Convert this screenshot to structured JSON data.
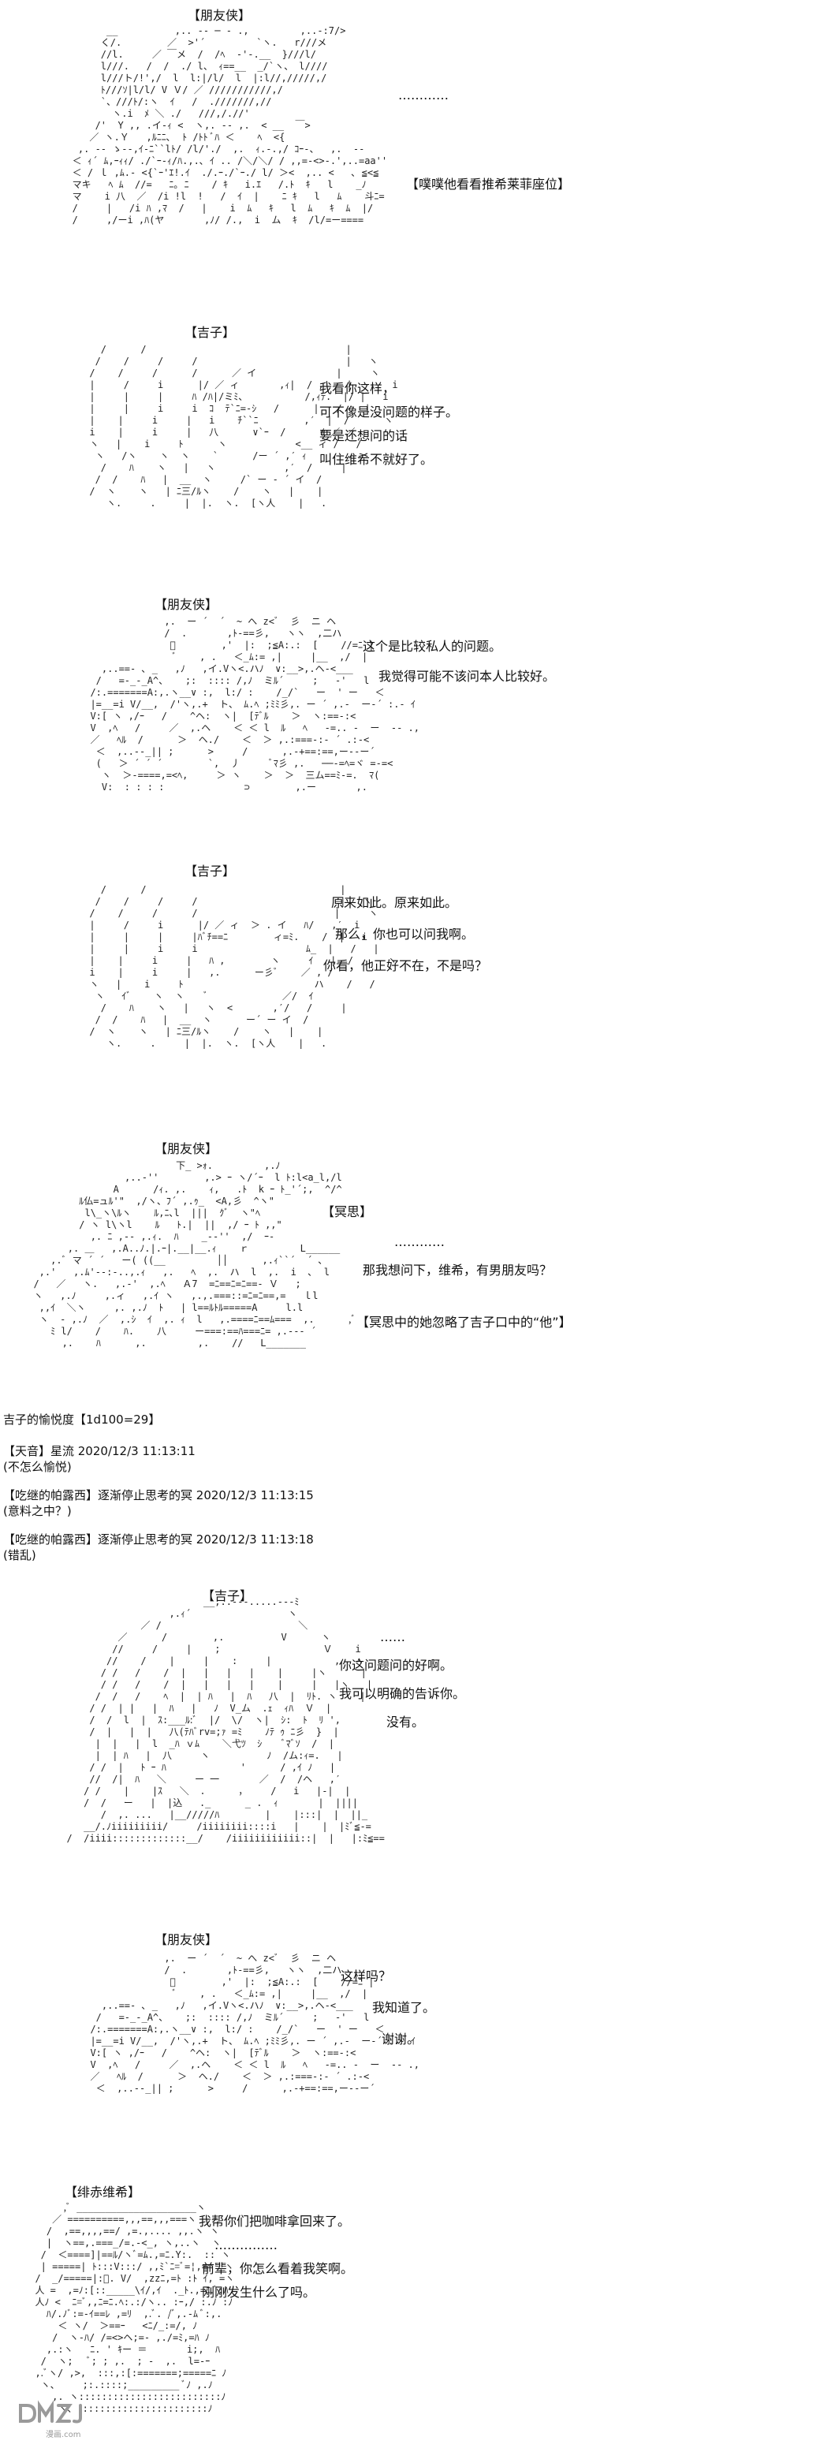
{
  "panels": [
    {
      "speaker": "【朋友侠】",
      "lines": [
        "…………"
      ],
      "side_labels": [
        "【噗噗他看看推希莱菲座位】"
      ],
      "art": [
        "         __          ,.. -‐ ─ - .,         ,..-:7/>",
        "        く/.        ／  >'´         `ヽ.   r///メ",
        "        //l.     ／ ￣メ  /  /ﾍ  ‐'-.__  }///l/",
        "        l///.   /  /  ./ l、 ｨ==__  _/`ヽ、 l////",
        "        l///ト/!',/  l  l:|/l/  l  |:l//,/////,/",
        "        ﾄ///ｿ|l/l/ V Ｖ/ ／ ///////////,/",
        "        `、///ﾄ/:ヽ  ｲ   /  .///////,//",
        "          ヽ.i  ﾒ ＼ ./   ///,/.//'",
        "       /'  Y ,, .イ-ｨ <  ヽ,. -‐ ,.  < __  ￣>",
        "      ／ ヽ.Ｙ   ,ﾙﾆﾆ､  ﾄ /ﾄﾄ ﾞﾊ ＜    ﾍ  <{",
        "    ,. -‐ ゝ-‐,ｲ‐ﾆ``lﾄ/ /l/'./  ,.  ｨ.‐.,/ ｺｰ‐、  ,.  -‐ ",
        "   ＜ ｨ´ ﾑ,ｰｨｨ/ ./`ｰ‐ｨ/ﾊ.,.､ ｲ .. /＼/＼/ / ,,=‐<>-.',..=aa''",
        "   ＜ / ｌ ,ﾑ.- <{`ｰ'ｴ!.ｲ  ./.ｰ./`ｰ./ l/ ＞<  ,.. <   ､ ≦<≦",
        "   マキ   ﾍ ﾑ  //=   ﾆ｡ ﾆ    / ｷ   i.ｴ   /.ﾄ  ｷ   l    _ﾉ",
        "   マ    i 八  ／  /i !l  !   /  ｲ  |    ﾆ ｷ   l   ﾑ    斗ﾆ=",
        "   /     |   /i ﾊ ,ﾏ  /   |    i  ﾑ   ｷ   l  ﾑ   ｷ  ﾑ  |/",
        "   /     ,/ーi ,ﾊ(ヤ       ,ﾉ/ /.,  i  ム  ｷ  /l/=ー===="
      ]
    },
    {
      "speaker": "【吉子】",
      "lines": [
        "我看你这样，",
        "可不像是没问题的样子。",
        "要是还想问的话",
        "叫住维希不就好了。"
      ],
      "side_labels": [],
      "art": [
        "        /      /                                   |",
        "       /    /     /     /                          |   ヽ",
        "      /    /     /      /      ／ イ              |     ヽ",
        "      |     /     i      |/ ／ ィ       ,ｨ|  / ,′   |       i",
        "      |     |     |     ﾊ /ﾊ|/ミﾐ、          /,ｨﾃ.  |/ |   i",
        "      |     |     i     i  ｺ  ﾃ`ﾆ=-ｼ   /      |   /    |",
        "      |    |     i     |   i    ﾁ``ﾆ        ,′  |  /      ヽ",
        "      i    |     i     |   八      ∨`ｰ  /      ｲ ／ ／",
        "      ヽ   |    i     ﾄ      ヽ            <__ ィ /   /",
        "       ヽ   /ヽ    ヽ  ヽ    `      /ー ´ ,′ ｨ",
        "        /    ﾊ    ヽ   |   ヽ            ,′  /     |",
        "       /  /    ﾊ   |  __  ヽ     /` ー ‐ ´ イ  /",
        "      /  ヽ    ヽ   | ﾆ三/ﾙヽ    /    ヽ   |    |",
        "         ヽ.     .     |  |.  ヽ.  [ヽ人    |   ."
      ]
    },
    {
      "speaker": "【朋友侠】",
      "lines": [
        "这个是比较私人的问题。",
        "我觉得可能不该问本人比较好。"
      ],
      "side_labels": [],
      "art": [
        "               ,.  ー ´  ´  ~ へ z<ﾞ  彡  ニ ヘ",
        "               /  .       ,ﾄ-==彡,   ヽヽ  ,二ハ",
        "                ﾞ        ,'  |:  ;≦A:.:  [    //=ﾆ |",
        "                 ﾞ    , .   ＜_ﾑ:= ,|     |__  ,/  |",
        "    ,..==‐ ､ _   ,ﾉ   ,イ.Vヽ<.ハﾉ  ∨:__>,.ヘ-<___",
        "   /   =-_-_A^、   ;:  :::: /,ﾉ  ミﾙ´     ;   -'   l",
        "  /:.=======A:,.ヽ__∨ :,  l:/ :    /_/`   ー  ' ー   ＜",
        "  |=__=i V/__,  /'ヽ,.+  ト、 ﾑ.ﾍ ;ﾐﾐ彡,. ー ´ ,.-  ー‐´ :.‐ ｲ",
        "  V:[ ヽ ,/ｰ   /    ^ヘ:  ヽ|  [ﾃﾞﾙ    ＞  ヽ:==-:<",
        "  V  ,ﾍ   /     ／  ,.ヘ    ＜ ＜ l  ﾙ   ﾍ   ‐=.. ‐  ー  ‐‐ .,",
        "  ／   ﾍﾙ  /      ＞  ヘ./    ＜  ＞ ,.:===‐:‐ ´ .:-<",
        "   ＜  ,..‐‐_|| ;      >     /      ,.‐+==:==,ー--ー´",
        "   (   ＞ ´ ´ ´        `,  丿     ﾞﾏ彡 ,.   ──-=ﾍ=ヾ =‐=<",
        "    ヽ  ＞-====,=<ﾍ,     ＞ ヽ    ＞  ＞  三ム==ﾐ‐=.  ﾏ(",
        "    V:  : : : :              ⊃        ,.ー       ,."
      ]
    },
    {
      "speaker": "【吉子】",
      "lines": [
        "原来如此。原来如此。",
        "那么，你也可以问我啊。",
        "你看，他正好不在，不是吗？"
      ],
      "side_labels": [],
      "art": [
        "        /      /                                  |",
        "       /    /     /     /                         |   ヽ",
        "      /    /     /      /                        |     ヽ",
        "      |     /     i      |/ ／ ィ  ＞ . イ   ﾊ/   ,′  i",
        "      |     |     |     |ﾊﾞﾁ==ﾆ        ィ=ﾐ.    /  |   i",
        "      |     |     i     i                   ﾑ_  |   /   |",
        "      |    |     i     |   ﾊ ,        ヽ     ｲ   |  /      ヽ",
        "      i    |     i     |   ,.      ー彡ﾞ    ／ , /",
        "      ヽ   |    i     ﾄ                       ハ    /   /",
        "       ヽ   ｲﾞ    ヽ  ヽ    ﾞ             ／/  ｲ",
        "        /    ﾊ    ヽ   |   ヽ  <       ,′/   /     |",
        "       /  /    ﾊ   |  __  ヽ      ー´ ー イ  /",
        "      /  ヽ    ヽ   | ﾆ三/ﾙヽ    /    ヽ   |    |",
        "         ヽ.     .     |  |.  ヽ.  [ヽ人    |   ."
      ]
    },
    {
      "speaker": "【朋友侠】",
      "lines": [
        "…………",
        "那我想问下，维希，有男朋友吗？"
      ],
      "side_labels": [
        "【冥思】",
        "【冥思中的她忽略了吉子口中的“他”】"
      ],
      "art": [
        "                           下_ >ｫ.         ,.ﾉ",
        "                  ,..-''        ,.> ｰ ヽ/´ｰ  l ﾄ:l<a_l,/l",
        "                A      /ｨ. ,.    ｨ,   .ﾄ  k ｰ ﾄ_'´;,  ^/^",
        "          ﾙ仏=ュﾙ'\"  ,/ヽ、ﾌ´ ,.ｩ_  <A,彡  ^ヽ\"",
        "           l\\_ヽ\\ﾙヽ    ﾙ,ﾆ､l  |||  ｸﾞ  ヽ\"ﾍ",
        "          / ヽ l\\ヽl    ﾙ   ﾄ.|  ||  ,/ ｰ ﾄ ,,\"",
        "            ,. ﾆ ,‐- ,.ｨ.  ﾊ    _-‐''  ,/  ｰ‐",
        "        ,. ＿   ,.A..ﾉ.|.ｰ|.__|__.ｨ    ｒ         L______",
        "     ,.ﾞ マ ´ ´   ー( ((__         ││      ,.ｨ``´  ´ ､",
        "   ,.'   ,.ﾑ'-‐:-..,.ｨ   ,.   ﾍ  ,.  ハ  l  ,.  i  ､  l",
        "  /   ／   ヽ.   ,.-'  ,.ﾍ   Ａ7  =ﾆ==ﾆ=ﾆ==- Ｖ   ;",
        "  ヽ   ,.ﾉ     ,.ィ   ,.ｲ ヽ   ,.,.===::=ﾆ=ﾆ==,=   ｌl",
        "   ,,ｲ  ＼ヽ     ,. ,.ﾉ  ﾄ   | l==ﾙﾄﾙ=====A     l.l",
        "   ヽ  ‐ ,.ﾉ  ／  ,.ｼ  ｲ  ,. ｨ  l   ,.====ﾆ==ﾑ===  ,.      ,ﾞ",
        "     ﾐ l/    /    ﾊ.    八     ー===:==ﾊ===ﾆ= ,.-‐‐ ´",
        "       ,.    ﾊ      ,.         ,.    //   L_______"
      ]
    },
    {
      "speaker": "【吉子】",
      "lines": [
        "……",
        "你这问题问的好啊。",
        "我可以明确的告诉你。",
        "没有。"
      ],
      "side_labels": [],
      "art": [
        "                          __,..-‐-.....---ﾐ",
        "                    ,.ｨ´                 ヽ",
        "               ／ /                        ＼",
        "           ／      /        ,.          V      ヽ",
        "          //     /     |    ;                  Ｖ    i",
        "         //    /    |     |    :     |           ,   ﾍ",
        "        / /   /    /  |   |   |   |    |     |ヽ      |",
        "        / /   /    /  |   |   |   |    |     |   |ヽ   |",
        "       /  /   /    ﾍ  |  | ﾊ   |  ﾊ   八  |  ﾘﾄ. ヽ    |",
        "      / /  | |   |  ﾊ   |   ﾉ  V_ム  .ｪ  ｨﾊ  Ｖ  |",
        "      /  /  l  |  ｽ:___ﾙ:ﾞ  |/  \\/  ヽ|  ｼ:  ﾄ  ﾘ ',",
        "      /  |   |  |   八(ﾃﾊﾞrv=;ｧ =ﾐ    ﾉﾃ ｩ ﾆ彡  }  |",
        "       |  |   |  l  _ﾊ ｖﾑ    ＼弋ﾂ  ｼ    ﾞﾏﾞｿ  /  |",
        "       |  | ﾊ   |  八     ヽ          ﾉ  /ム:ｨ=.   |",
        "      / /  |   ﾄ ｰ ﾊ             '      / ,ｲ ﾉ   |",
        "      //  /|  ﾊ   ＼     ー 一       ／  /  /ヘ   ,′",
        "     / /    |    |ｽ   ＼  ．     ，    /   i   |-|  |",
        "     /  /   ー   |  |込   ._      _ .  ｨ       |  ||||",
        "        /  ,. ...   |__/////ﾊ        |    |:::|  |  ||_",
        "     __/.ﾉiiiiiiiii/     /iiiiiiii::::i   |    |  |ﾐﾞ≦‐=",
        "  /  /iiii:::::::::::::__/    /iiiiiiiiiiii::|  |   |:ﾐ≦=="
      ]
    },
    {
      "speaker": "【朋友侠】",
      "lines": [
        "这样吗？",
        "我知道了。",
        "谢谢。"
      ],
      "side_labels": [],
      "art": [
        "               ,.  ー ´  ´  ~ へ z<ﾞ  彡  ニ ヘ",
        "               /  .       ,ﾄ-==彡,   ヽヽ  ,二ハ",
        "                ﾞ        ,'  |:  ;≦A:.:  [    //=ﾆ |",
        "                 ﾞ    , .   ＜_ﾑ:= ,|     |__  ,/  |",
        "    ,..==‐ ､ _   ,ﾉ   ,イ.Vヽ<.ハﾉ  ∨:__>,.ヘ-<___",
        "   /   =-_-_A^、   ;:  :::: /,ﾉ  ミﾙ´     ;   -'   l",
        "  /:.=======A:,.ヽ__∨ :,  l:/ :    /_/`   ー  ' ー   ＜",
        "  |=__=i V/__,  /'ヽ,.+  ト、 ﾑ.ﾍ ;ﾐﾐ彡,. ー ´ ,.-  ー‐´ :.‐ ｲ",
        "  V:[ ヽ ,/ｰ   /    ^ヘ:  ヽ|  [ﾃﾞﾙ    ＞  ヽ:==-:<",
        "  V  ,ﾍ   /     ／  ,.ヘ    ＜ ＜ l  ﾙ   ﾍ   ‐=.. ‐  ー  ‐‐ .,",
        "  ／   ﾍﾙ  /      ＞  ヘ./    ＜  ＞ ,.:===‐:‐ ´ .:-<",
        "   ＜  ,..‐‐_|| ;      >     /      ,.‐+==:==,ー--ー´"
      ]
    },
    {
      "speaker": "【绯赤维希】",
      "lines": [
        "我帮你们把咖啡拿回来了。",
        "……………",
        "前辈，你怎么看着我笑啊。",
        "刚刚发生什么了吗。"
      ],
      "side_labels": [],
      "art": [
        "       ,ﾞ _____________________ヽ",
        "     ／ ==========,,,==,,,===ヽ  ",
        "    /  ,==,,,,==/ ,=.,.... ,,.ヽ ヽ",
        "    |  ヽ==,.===_/=.-<_, ヽ,..ヽ  ヽ",
        "   /  ＜====]|==ﾙ/ヽﾞ=ﾑ.,=ﾆ.Y:.  :: ヽ",
        "   | =====| ﾄ:::V:::/ ,,ﾐ`ﾆ=ﾞ=¦,==' ヽ",
        "  /  _/=====|:ﾞ. V/  ,zzﾆ,=ﾄ :ﾄ ｲ, =ヽ",
        "  人 =  ,=ﾉ:[::_____\\ｲ/,ｲ  ._ﾄ.,=ﾆ.ﾞ:ﾊ",
        "  人ﾉ <  ﾆ=ﾞ,,ﾆ=ﾆ.ﾍ:.:/ヽ.. :ｰ,/ :.ﾉ :ﾉ",
        "    ﾊ/.ﾉﾞ:=‐ｲ==ﾚ ,=ﾘ  ,.ﾞ. /ﾞ,.-ﾑ ﾞ:,.",
        "      ＜ ヽ/  ＞==ｰ   <ﾆ/_:=/, ﾉ",
        "     /  ヽ-ﾊ/ /=<>ヘ;=- ,./=ﾐ,=ﾊ ﾉ",
        "    ,.:ヽ   ﾆ. ' ｷー ＝       i;,  ﾊ",
        "   /  ヽ;   ﾞ; ; ,.  ; -  ,.  l=-ｰ",
        "  ,.ﾞヽ/ ,>,  :::,:[:=======;=====ﾆ ﾉ",
        "   ヽ、    ;:.::::;_________ ﾞﾉ ,.ﾉ",
        "     ,. ヽ:::::::::::::::::::::::::ﾉ",
        "      ヽ、:::::::::::::::::::::::ﾉ"
      ]
    }
  ],
  "dice_log": {
    "roll": "吉子的愉悦度【1d100=29】",
    "entries": [
      {
        "header": "【天音】星流 2020/12/3 11:13:11",
        "comment": "(不怎么愉悦)"
      },
      {
        "header": "【吃继的帕露西】逐渐停止思考的冥 2020/12/3 11:13:15",
        "comment": "(意料之中？)"
      },
      {
        "header": "【吃继的帕露西】逐渐停止思考的冥 2020/12/3 11:13:18",
        "comment": "(错乱)"
      }
    ]
  },
  "watermark": {
    "text": "DMZJ",
    "subtext": "漫画.com",
    "color": "#9a9a9a",
    "icon": "dmzj-logo-icon"
  }
}
